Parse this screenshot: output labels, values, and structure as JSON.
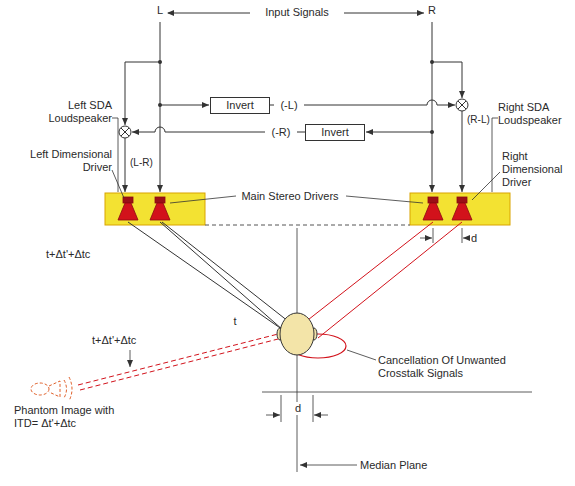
{
  "diagram": {
    "nodes": [
      {
        "text": [
          "Invert"
        ]
      },
      {
        "text": [
          "Invert"
        ]
      }
    ],
    "labels": [
      "L",
      "R",
      "Input Signals",
      "(-L)",
      "(-R)",
      "(R-L)",
      "(L-R)",
      "Left SDA Loudspeaker",
      "Left Dimensional Driver",
      "Main Stereo Drivers",
      "Right SDA Loudspeaker",
      "Right Dimensional Driver",
      "d",
      "t+Δt'+Δtc",
      "t+Δt'+Δtc",
      "t",
      "Cancellation Of Unwanted Crosstalk Signals",
      "Phantom Image with ITD= Δt'+Δtc",
      "d",
      "Median Plane"
    ]
  }
}
